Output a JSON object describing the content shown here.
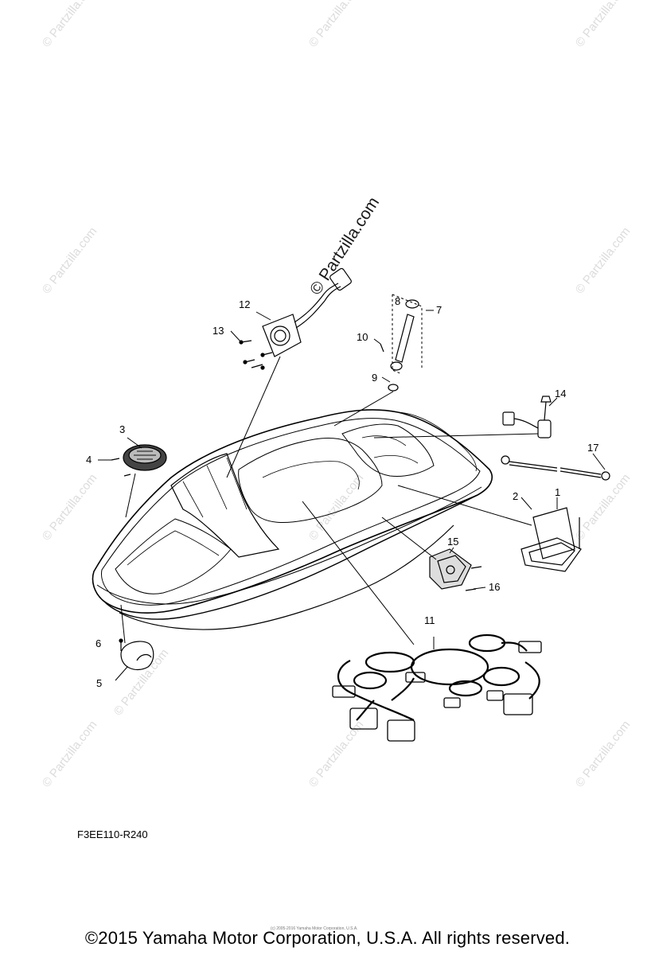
{
  "watermark": {
    "text": "© Partzilla.com",
    "main_text": "© Partzilla.com"
  },
  "callouts": [
    "1",
    "2",
    "3",
    "4",
    "5",
    "6",
    "7",
    "8",
    "9",
    "10",
    "11",
    "12",
    "13",
    "14",
    "15",
    "16",
    "17"
  ],
  "diagram_code": "F3EE110-R240",
  "footer": {
    "small_note": "(c) 2005-2016 Yamaha Motor Corporation, U.S.A.",
    "copyright": "©2015 Yamaha Motor Corporation, U.S.A. All rights reserved."
  }
}
